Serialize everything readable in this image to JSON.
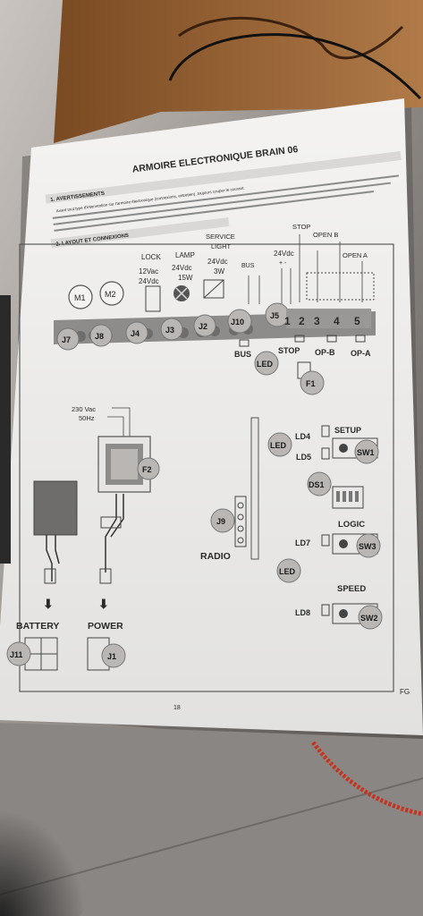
{
  "header": {
    "title": "ARMOIRE ELECTRONIQUE BRAIN 06",
    "section1": "1. AVERTISSEMENTS",
    "warning_line": "Avant tout type d'intervention sur l'armoire électronique (connexions, entretien), toujours couper le courant.",
    "section2": "2. LAYOUT ET CONNEXIONS"
  },
  "top_terminals": {
    "lock": "LOCK",
    "lock_v1": "12Vac",
    "lock_v2": "24Vdc",
    "lamp": "LAMP",
    "lamp_v": "24Vdc",
    "lamp_w": "15W",
    "service1": "SERVICE",
    "service2": "LIGHT",
    "service_v": "24Vdc",
    "service_w": "3W",
    "bus": "BUS",
    "v24": "24Vdc",
    "v24_pm": "+  -",
    "stop": "STOP",
    "openb": "OPEN B",
    "opena": "OPEN A"
  },
  "connectors": {
    "m1": "M1",
    "m2": "M2",
    "j7": "J7",
    "j8": "J8",
    "j4": "J4",
    "j3": "J3",
    "j2": "J2",
    "j10": "J10",
    "j5": "J5",
    "t1": "1",
    "t2": "2",
    "t3": "3",
    "t4": "4",
    "t5": "5"
  },
  "indicators": {
    "bus": "BUS",
    "stop": "STOP",
    "opb": "OP-B",
    "opa": "OP-A",
    "led": "LED",
    "f1": "F1",
    "f2": "F2",
    "ld4": "LD4",
    "ld5": "LD5",
    "ld7": "LD7",
    "ld8": "LD8",
    "setup": "SETUP",
    "sw1": "SW1",
    "ds1": "DS1",
    "logic": "LOGIC",
    "sw3": "SW3",
    "speed": "SPEED",
    "sw2": "SW2",
    "j9": "J9",
    "radio": "RADIO"
  },
  "power": {
    "v230": "230 Vac",
    "hz": "50Hz",
    "battery": "BATTERY",
    "power": "POWER",
    "j11": "J11",
    "j1": "J1"
  },
  "footer": {
    "page": "18",
    "corner": "FG"
  },
  "colors": {
    "paper": "#f1f0ee",
    "ink": "#2a2a2a",
    "terminal": "#8e8c8a",
    "label_circle": "#b9b6b3",
    "wood": "#6b3a1a",
    "floor": "#7f7b78"
  }
}
